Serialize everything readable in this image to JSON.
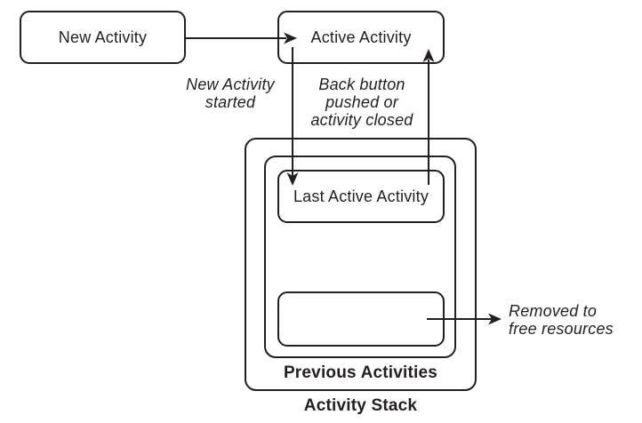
{
  "boxes": {
    "new_activity": "New Activity",
    "active_activity": "Active Activity",
    "last_active_activity": "Last Active Activity"
  },
  "labels": {
    "previous_activities": "Previous Activities",
    "activity_stack": "Activity Stack"
  },
  "annotations": {
    "new_activity_started": "New Activity\nstarted",
    "back_button": "Back button\npushed or\nactivity closed",
    "removed_to_free_resources": "Removed to\nfree resources"
  },
  "colors": {
    "line": "#231f20",
    "background": "#ffffff"
  }
}
